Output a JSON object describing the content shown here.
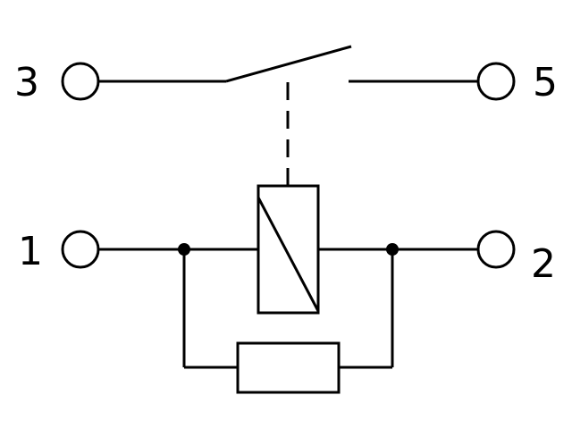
{
  "terminals": {
    "t3": "3",
    "t5": "5",
    "t1": "1",
    "t2": "2"
  },
  "colors": {
    "stroke": "#000000",
    "background": "#ffffff"
  }
}
